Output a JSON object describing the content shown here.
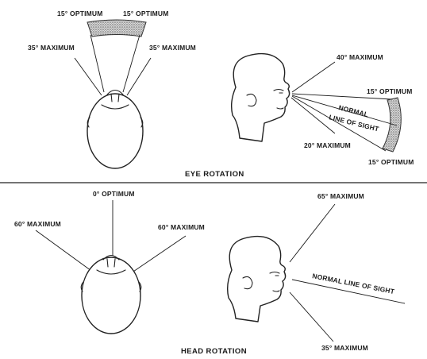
{
  "eye_rotation": {
    "top_view": {
      "left_optimum": "15° OPTIMUM",
      "right_optimum": "15° OPTIMUM",
      "left_maximum": "35° MAXIMUM",
      "right_maximum": "35° MAXIMUM"
    },
    "side_view": {
      "up_maximum": "40° MAXIMUM",
      "up_optimum": "15° OPTIMUM",
      "normal_line_1": "NORMAL",
      "normal_line_2": "LINE OF SIGHT",
      "down_maximum": "20° MAXIMUM",
      "down_optimum": "15° OPTIMUM"
    },
    "title": "EYE ROTATION"
  },
  "head_rotation": {
    "top_view": {
      "center_optimum": "0° OPTIMUM",
      "left_maximum": "60° MAXIMUM",
      "right_maximum": "60° MAXIMUM"
    },
    "side_view": {
      "up_maximum": "65° MAXIMUM",
      "normal_line": "NORMAL LINE OF SIGHT",
      "down_maximum": "35° MAXIMUM"
    },
    "title": "HEAD ROTATION"
  }
}
